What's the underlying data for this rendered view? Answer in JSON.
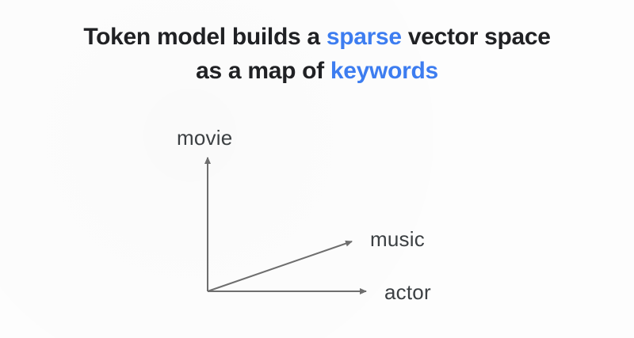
{
  "title": {
    "line1": [
      {
        "text": "Token model builds a ",
        "highlight": false
      },
      {
        "text": "sparse",
        "highlight": true
      },
      {
        "text": " vector space",
        "highlight": false
      }
    ],
    "line2": [
      {
        "text": "as a map of ",
        "highlight": false
      },
      {
        "text": "keywords",
        "highlight": true
      }
    ]
  },
  "colors": {
    "background": "#fdfdfd",
    "title_text": "#202124",
    "accent_blue": "#3D7DF0",
    "axis_gray": "#6E6E6E",
    "label_gray": "#3C4043"
  },
  "diagram": {
    "type": "sparse-vector-space-axes",
    "description": "Three arrows from a common origin representing keyword vectors",
    "vectors": [
      {
        "label": "movie",
        "direction": "up"
      },
      {
        "label": "music",
        "direction": "up-right-shallow"
      },
      {
        "label": "actor",
        "direction": "right"
      }
    ]
  }
}
